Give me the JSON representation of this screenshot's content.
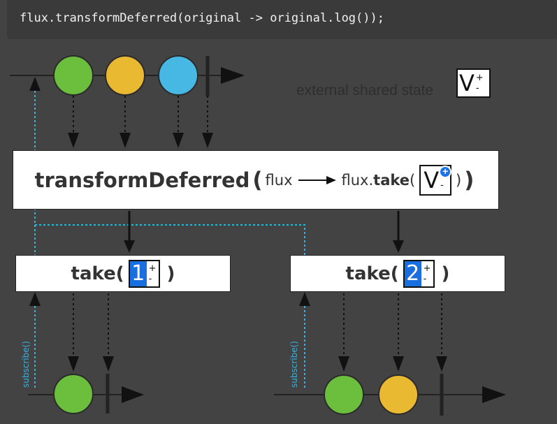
{
  "code": "flux.transformDeferred(original -> original.log());",
  "external_label": "external shared state",
  "shared_state_symbol": "V",
  "plus": "+",
  "minus": "-",
  "transform_box": {
    "fn_name": "transformDeferred",
    "open_paren": "(",
    "close_paren": ")",
    "input": "flux",
    "output_prefix": "flux.",
    "output_method": "take",
    "output_open": "(",
    "output_close": ")",
    "arg_symbol": "V"
  },
  "take_boxes": [
    {
      "label": "take(",
      "value": "1",
      "close": ")"
    },
    {
      "label": "take(",
      "value": "2",
      "close": ")"
    }
  ],
  "subscribe_label": "subscribe()",
  "colors": {
    "background": "#434343",
    "code_bg": "#3a3a3a",
    "green": "#6bbf3c",
    "yellow": "#e8b931",
    "blue_marble": "#46b8e3",
    "dashed_blue": "#3ab0e0",
    "accent_blue": "#1a6fe0"
  }
}
